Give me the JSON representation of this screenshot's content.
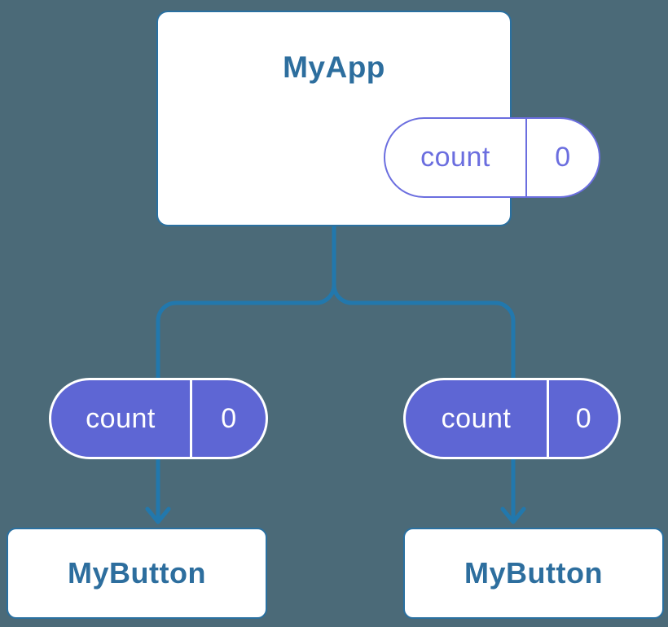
{
  "colors": {
    "background": "#4b6a78",
    "line_blue": "#2278ad",
    "card_border_blue": "#2a70a0",
    "title_blue": "#2d6e9e",
    "purple_outline": "#6b6edf",
    "purple_fill": "#5e66d4",
    "white": "#ffffff"
  },
  "diagram": {
    "root": {
      "title": "MyApp",
      "state": {
        "key": "count",
        "value": "0"
      }
    },
    "props_left": {
      "key": "count",
      "value": "0"
    },
    "props_right": {
      "key": "count",
      "value": "0"
    },
    "child_left": {
      "title": "MyButton"
    },
    "child_right": {
      "title": "MyButton"
    }
  }
}
